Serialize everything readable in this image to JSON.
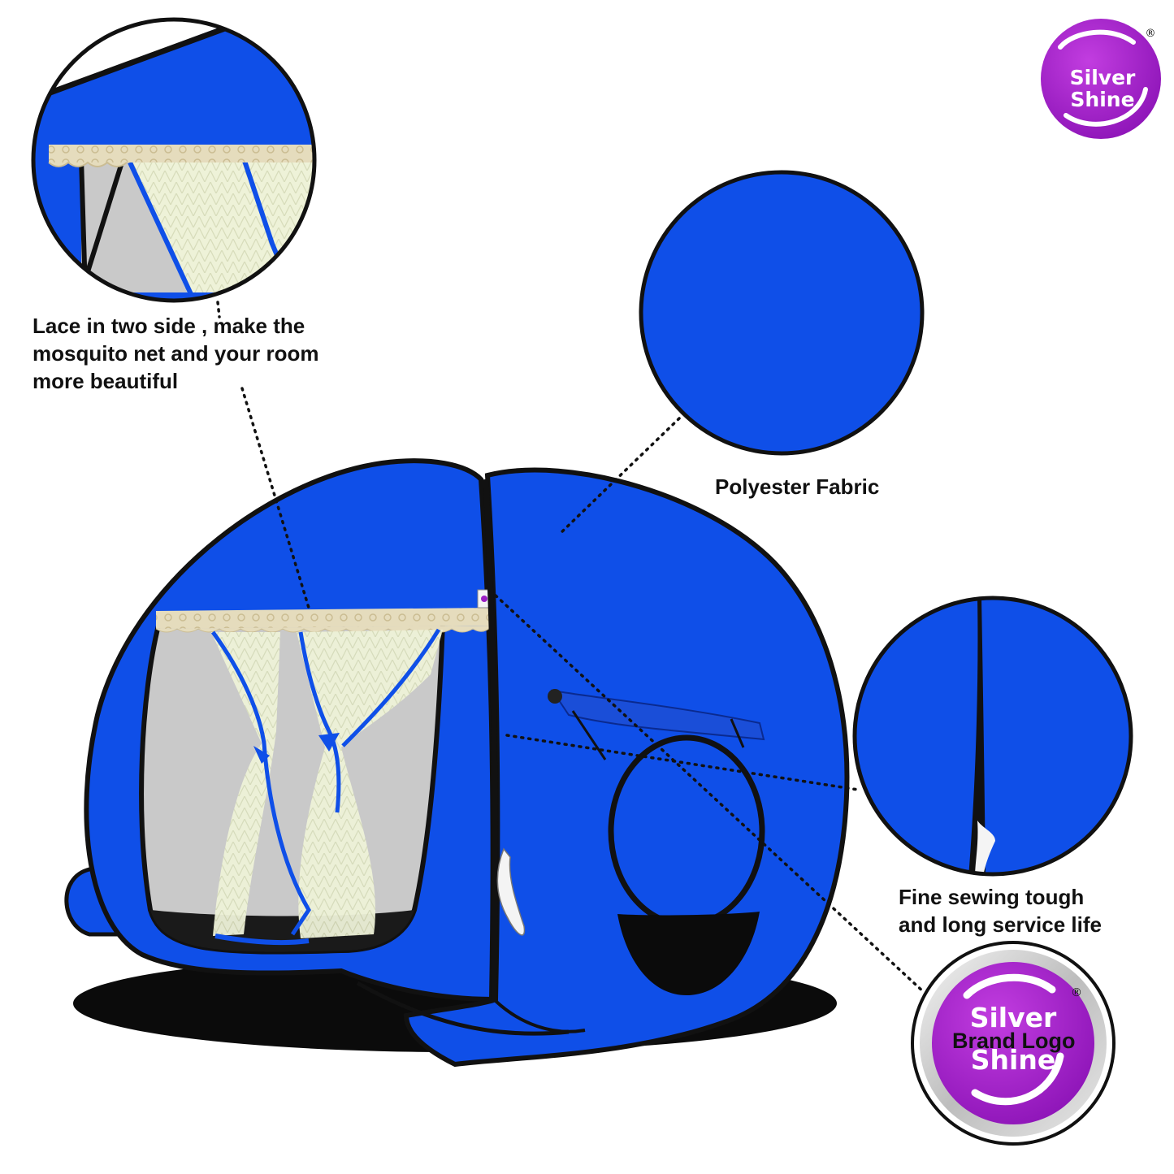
{
  "brand": {
    "name_line1": "Silver",
    "name_line2": "Shine",
    "registered_mark": "®",
    "colors": {
      "purple": "#9b1fc4",
      "purple_light": "#c23de0",
      "silver_ring": "#c9c9c9"
    }
  },
  "callouts": {
    "lace": {
      "lines": [
        "Lace in two side , make the",
        "mosquito net and your room",
        "more beautiful"
      ]
    },
    "fabric": {
      "lines": [
        "Polyester Fabric"
      ]
    },
    "sewing": {
      "lines": [
        "Fine sewing tough",
        "and long service life"
      ]
    },
    "brand_logo": {
      "lines": [
        "Brand Logo"
      ]
    }
  },
  "colors": {
    "tent_blue": "#0f4fe8",
    "outline": "#111111",
    "net": "#eef2d8",
    "lace": "#e5dcbd",
    "interior_grey": "#c9c9c9"
  },
  "icons": [
    "tent-illustration",
    "zoom-detail-lace",
    "zoom-detail-fabric",
    "zoom-detail-sewing",
    "zoom-detail-logo",
    "top-brand-logo"
  ]
}
